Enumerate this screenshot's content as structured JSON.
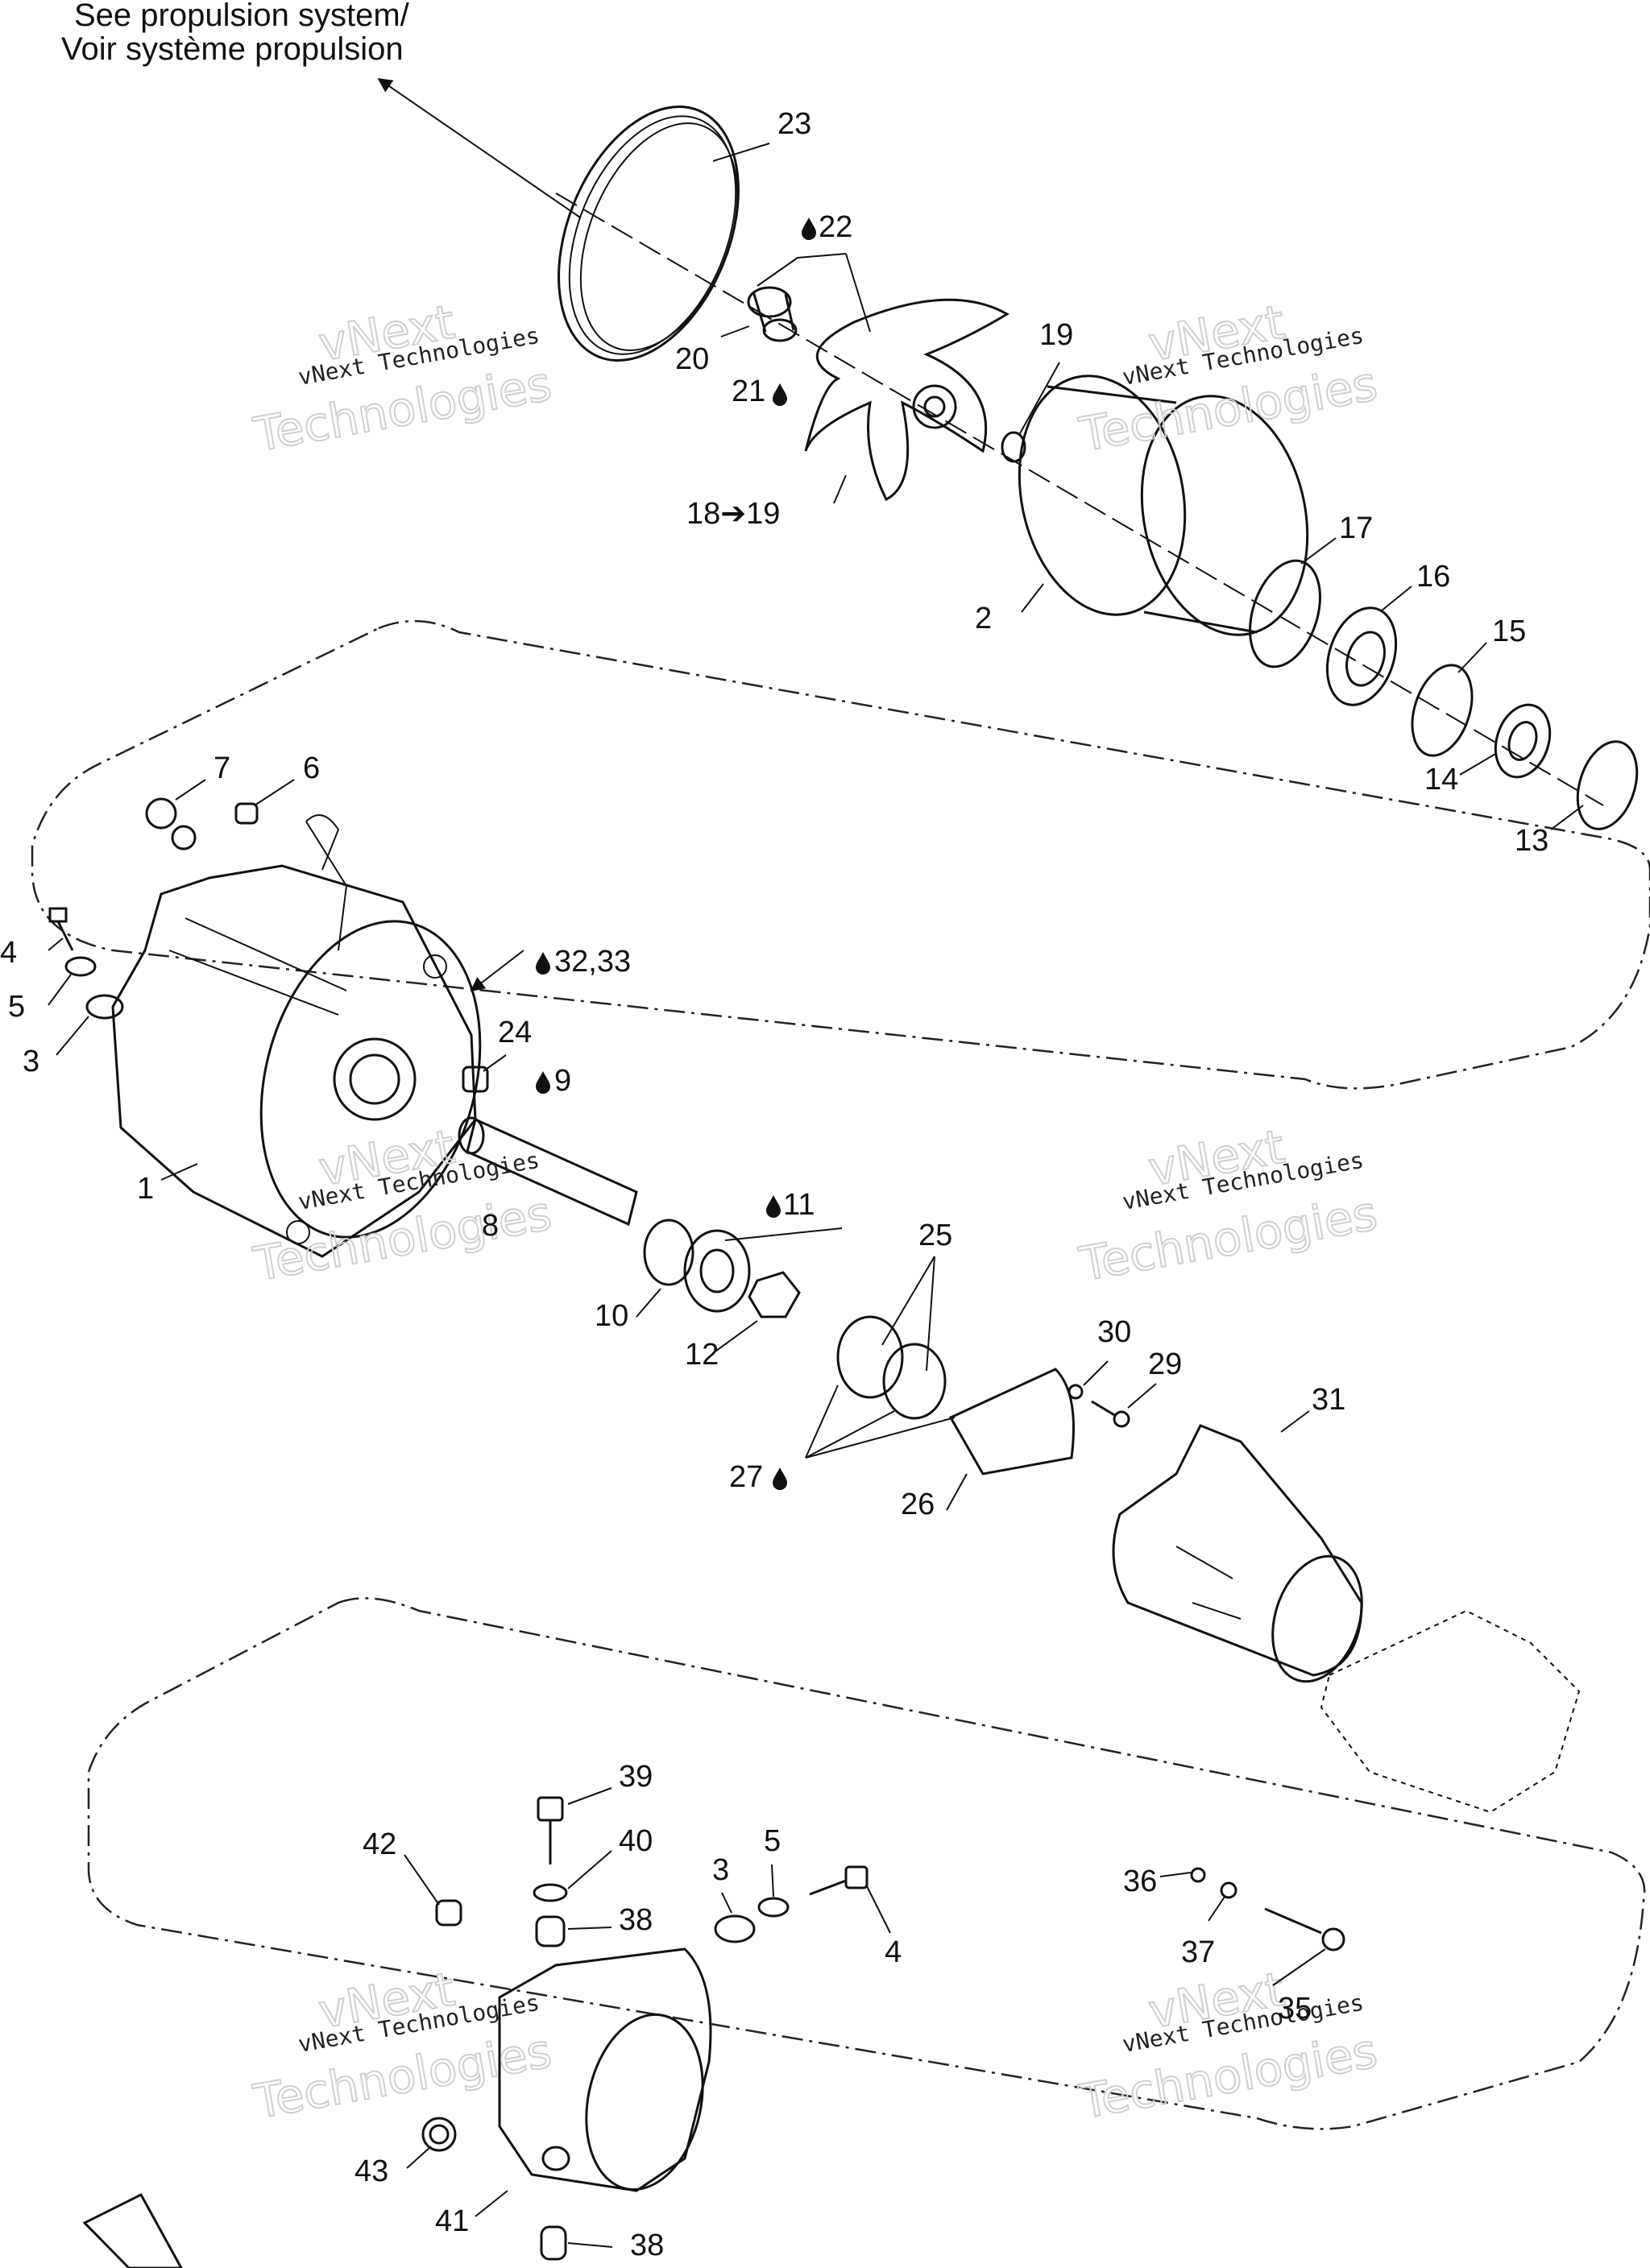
{
  "header": {
    "line1": "See propulsion system/",
    "line2": "Voir système propulsion"
  },
  "watermark": {
    "line1": "vNext Technologies",
    "line2": "vNext",
    "line3": "Technologies"
  },
  "callouts": {
    "p1": "1",
    "p2": "2",
    "p3": "3",
    "p3b": "3",
    "p4": "4",
    "p4b": "4",
    "p5": "5",
    "p5b": "5",
    "p6": "6",
    "p7": "7",
    "p8": "8",
    "p9": "9",
    "p10": "10",
    "p11": "11",
    "p12": "12",
    "p13": "13",
    "p14": "14",
    "p15": "15",
    "p16": "16",
    "p17": "17",
    "p18": "18➔19",
    "p19": "19",
    "p20": "20",
    "p21": "21",
    "p22": "22",
    "p23": "23",
    "p24": "24",
    "p25": "25",
    "p26": "26",
    "p27": "27",
    "p29": "29",
    "p30": "30",
    "p31": "31",
    "p32": "32,33",
    "p35": "35",
    "p36": "36",
    "p37": "37",
    "p38": "38",
    "p38b": "38",
    "p39": "39",
    "p40": "40",
    "p41": "41",
    "p42": "42",
    "p43": "43"
  },
  "icons": [
    "drop-icon",
    "arrow-icon"
  ]
}
